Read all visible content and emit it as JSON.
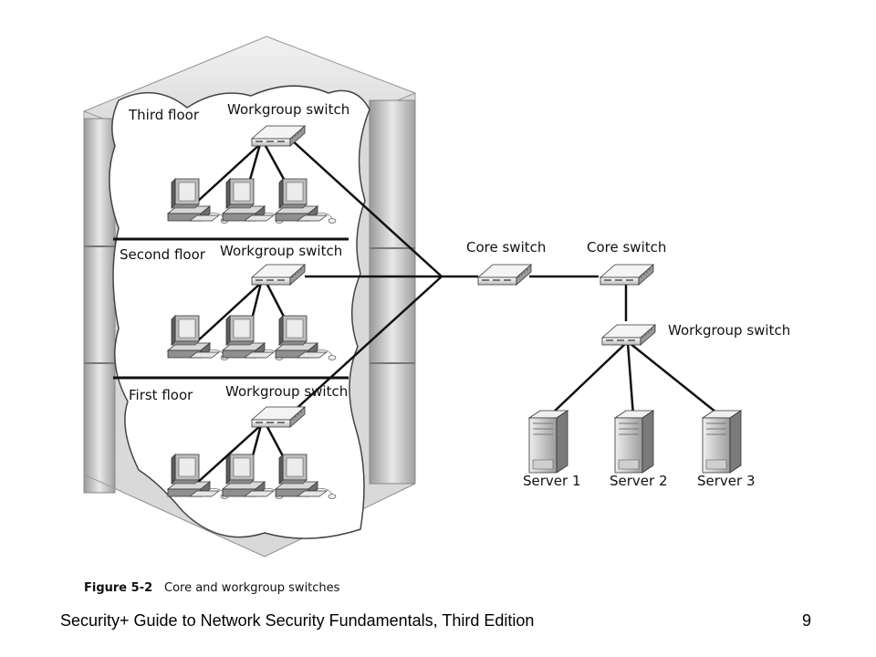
{
  "diagram": {
    "floors": {
      "third": "Third floor",
      "second": "Second floor",
      "first": "First floor"
    },
    "workgroup_switch_label": "Workgroup switch",
    "core_switch_label": "Core switch",
    "servers": [
      "Server 1",
      "Server 2",
      "Server 3"
    ],
    "caption": {
      "number": "Figure 5-2",
      "text": "Core and workgroup switches"
    }
  },
  "footer": {
    "title": "Security+ Guide to Network Security Fundamentals, Third Edition",
    "page": "9"
  },
  "colors": {
    "building_light": "#e6e6e6",
    "building_mid": "#bdbdbd",
    "building_dark": "#8a8a8a",
    "line": "#111111"
  }
}
